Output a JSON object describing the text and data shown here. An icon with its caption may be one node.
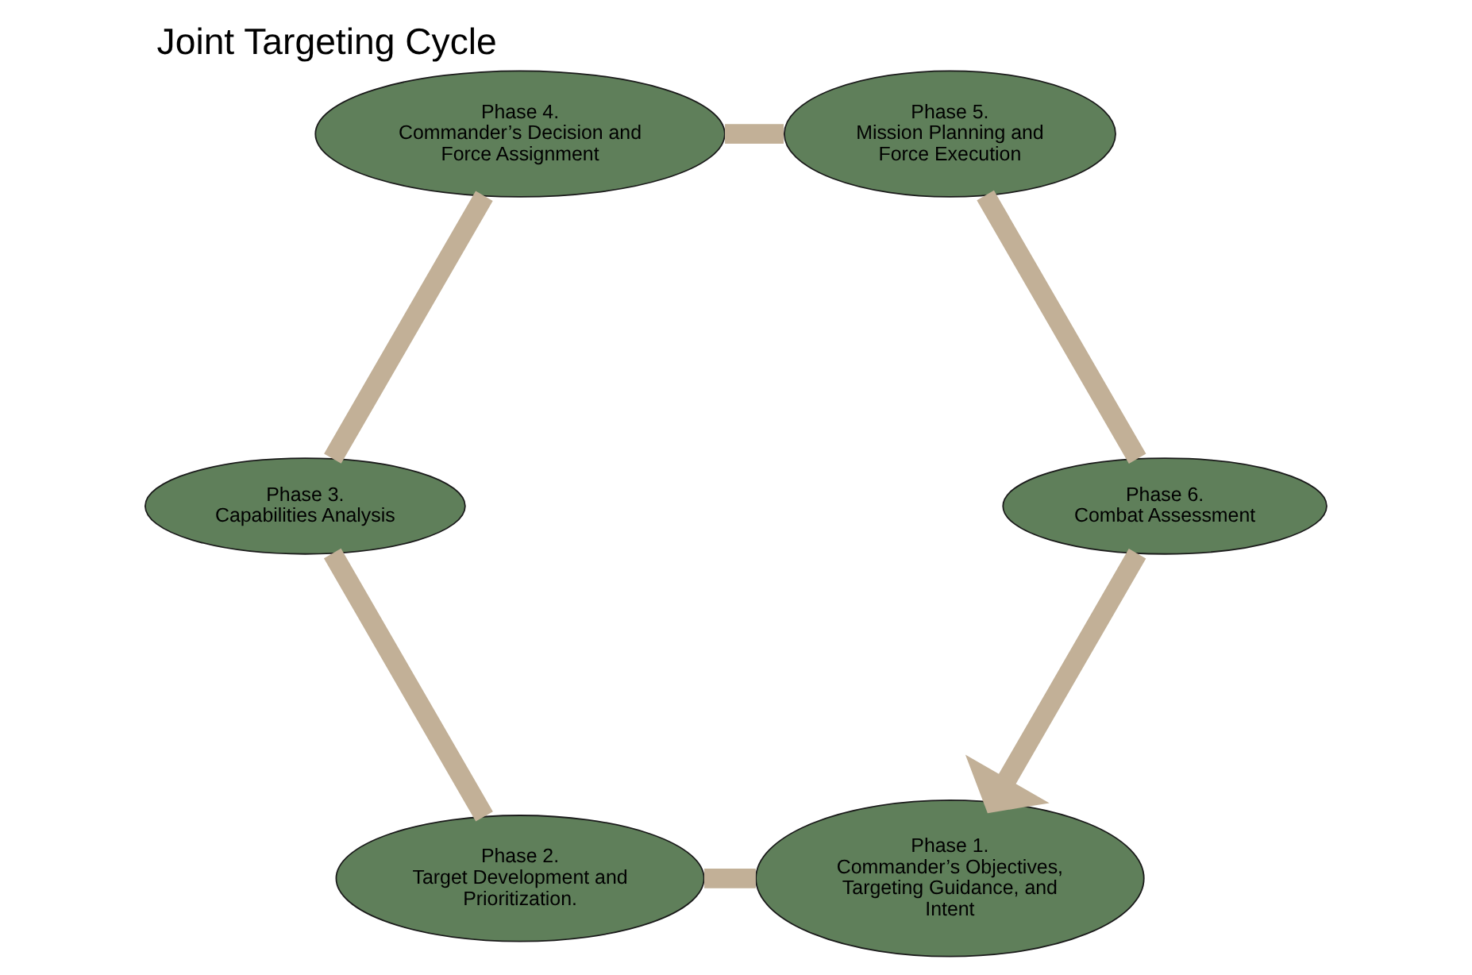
{
  "diagram": {
    "title": "Joint Targeting Cycle",
    "nodes": [
      {
        "text": [
          "Phase 1.",
          "Commander’s Objectives, Targeting Guidance, and Intent"
        ]
      },
      {
        "text": [
          "Phase 2.",
          "Target Development and Prioritization."
        ]
      },
      {
        "text": [
          "Phase 3.",
          "Capabilities Analysis"
        ]
      },
      {
        "text": [
          "Phase 4.",
          "Commander’s Decision and Force Assignment"
        ]
      },
      {
        "text": [
          "Phase 5.",
          "Mission Planning and Force Execution"
        ]
      },
      {
        "text": [
          "Phase 6.",
          "Combat Assessment"
        ]
      }
    ],
    "edges": [
      {
        "from": 0,
        "to": 1,
        "arrow": "none"
      },
      {
        "from": 1,
        "to": 2,
        "arrow": "none"
      },
      {
        "from": 2,
        "to": 3,
        "arrow": "none"
      },
      {
        "from": 3,
        "to": 4,
        "arrow": "none"
      },
      {
        "from": 4,
        "to": 5,
        "arrow": "none"
      },
      {
        "from": 5,
        "to": 0,
        "arrow": "to"
      }
    ]
  }
}
